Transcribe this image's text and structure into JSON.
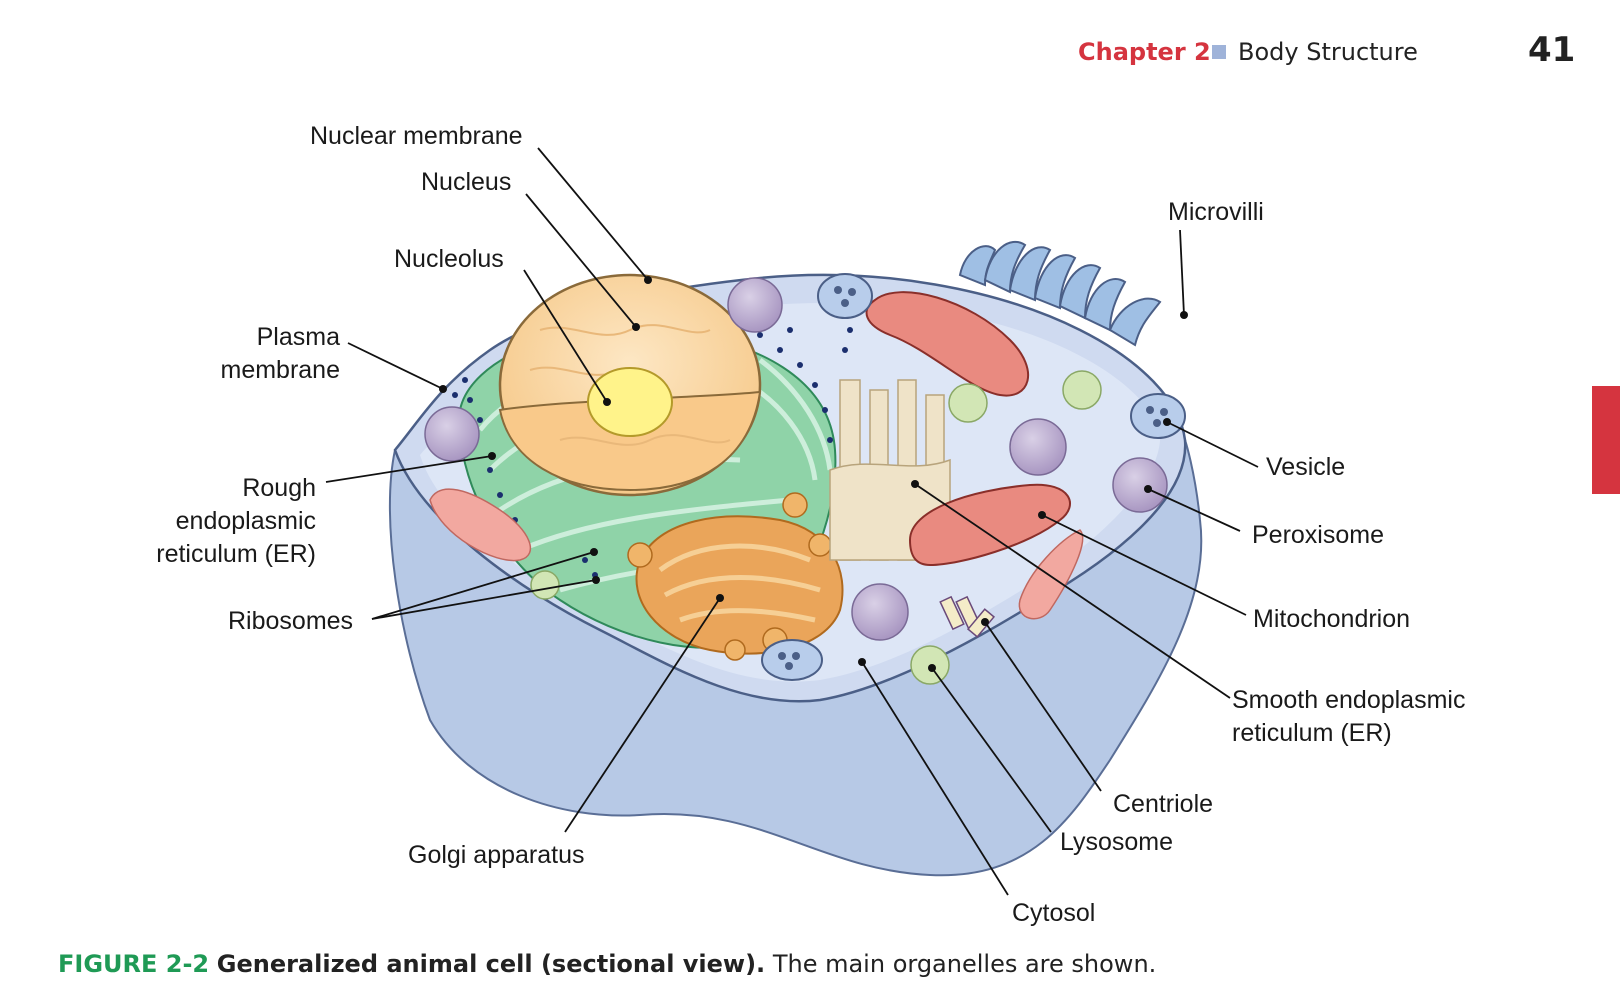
{
  "header": {
    "chapter": "Chapter 2",
    "section": "Body Structure",
    "page_number": "41"
  },
  "labels": {
    "nuclear_membrane": "Nuclear membrane",
    "nucleus": "Nucleus",
    "nucleolus": "Nucleolus",
    "plasma_membrane_1": "Plasma",
    "plasma_membrane_2": "membrane",
    "rough_er_1": "Rough",
    "rough_er_2": "endoplasmic",
    "rough_er_3": "reticulum (ER)",
    "ribosomes": "Ribosomes",
    "golgi": "Golgi apparatus",
    "microvilli": "Microvilli",
    "vesicle": "Vesicle",
    "peroxisome": "Peroxisome",
    "mitochondrion": "Mitochondrion",
    "smooth_er_1": "Smooth endoplasmic",
    "smooth_er_2": "reticulum (ER)",
    "centriole": "Centriole",
    "lysosome": "Lysosome",
    "cytosol": "Cytosol"
  },
  "caption": {
    "figure_number": "FIGURE 2-2",
    "title": "Generalized animal cell (sectional view).",
    "text": "The main organelles are shown."
  },
  "colors": {
    "chapter_red": "#d5343f",
    "figure_green": "#1f9a55",
    "cell_blue": "#b9cbe8",
    "er_green": "#7fcf9e",
    "nucleus_peach": "#fbd9a8",
    "golgi_orange": "#eaa55a",
    "mito_red": "#d9574f"
  }
}
